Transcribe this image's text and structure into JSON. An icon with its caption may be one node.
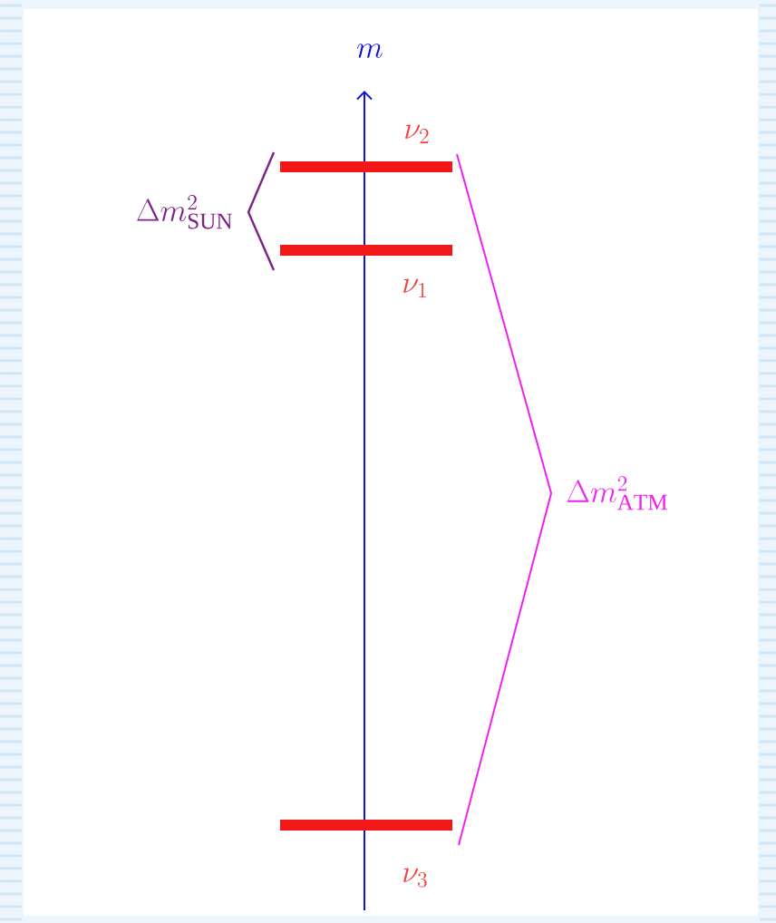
{
  "diagram": {
    "nodes": [
      {
        "text": [],
        "shape": "bar",
        "beside": [
          "\\nu_2"
        ]
      },
      {
        "text": [],
        "shape": "bar",
        "beside": [
          "\\nu_1"
        ]
      },
      {
        "text": [],
        "shape": "bar",
        "beside": [
          "\\nu_3"
        ]
      }
    ],
    "labels": [
      "m",
      "\\Delta m^2_{\\mathrm{SUN}}",
      "\\Delta m^2_{\\mathrm{ATM}}"
    ]
  }
}
